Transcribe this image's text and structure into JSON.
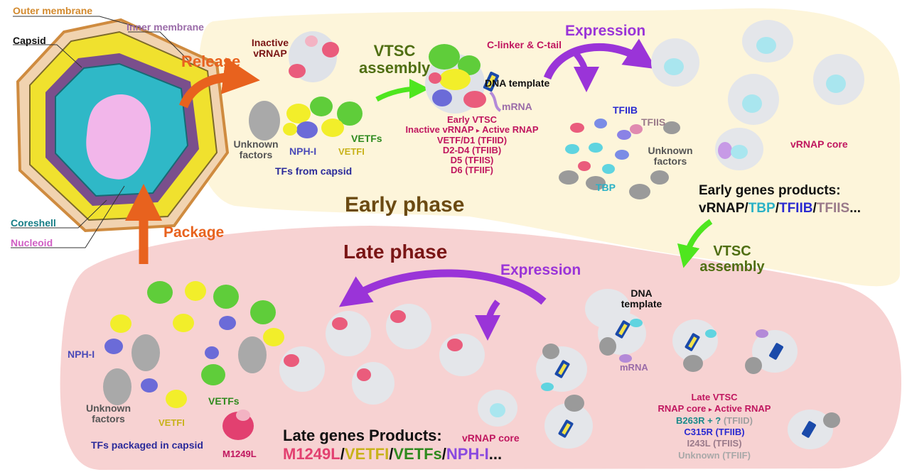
{
  "colors": {
    "early_bg": "#fdf5da",
    "late_bg": "#f7d2d2",
    "orange": "#e8621e",
    "purple": "#9a34d8",
    "green": "#4ee61e",
    "olive": "#4f6e12",
    "crimson": "#c0165f",
    "navy": "#2a2a9a",
    "dark_red": "#7a1515",
    "brown": "#6b4a12"
  },
  "virion": {
    "outer_membrane": "Outer membrane",
    "inner_membrane": "Inner membrane",
    "capsid": "Capsid",
    "coreshell": "Coreshell",
    "nucleoid": "Nucleoid"
  },
  "arrows": {
    "release": "Release",
    "package": "Package"
  },
  "early": {
    "phase_title": "Early phase",
    "inactive_vrnap_1": "Inactive",
    "inactive_vrnap_2": "vRNAP",
    "unknown_1": "Unknown",
    "unknown_2": "factors",
    "nphi": "NPH-I",
    "vetfi": "VETFI",
    "vetfs": "VETFs",
    "tfs_from_capsid": "TFs from capsid",
    "vtsc_1": "VTSC",
    "vtsc_2": "assembly",
    "clinker": "C-linker & C-tail",
    "dna_template": "DNA template",
    "mrna": "mRNA",
    "early_vtsc": "Early VTSC",
    "inactive_vrnap_line": "Inactive vRNAP",
    "active_rnap": "Active RNAP",
    "vetf_d1": "VETF/D1 (TFIID)",
    "d2d4": "D2-D4 (TFIIB)",
    "d5": "D5 (TFIIS)",
    "d6": "D6 (TFIIF)",
    "expression": "Expression",
    "tfiib": "TFIIB",
    "tfiis": "TFIIS",
    "unknown2_1": "Unknown",
    "unknown2_2": "factors",
    "tbp": "TBP",
    "vrnap_core": "vRNAP core",
    "products_title": "Early genes products:",
    "products": {
      "p1": "vRNAP",
      "p2": "TBP",
      "p3": "TFIIB",
      "p4": "TFIIS",
      "sep": "/",
      "end": "..."
    }
  },
  "transition": {
    "vtsc_1": "VTSC",
    "vtsc_2": "assembly"
  },
  "late": {
    "phase_title": "Late phase",
    "expression": "Expression",
    "nphi": "NPH-I",
    "unknown_1": "Unknown",
    "unknown_2": "factors",
    "vetfi": "VETFI",
    "vetfs": "VETFs",
    "tfs_packaged": "TFs packaged in capsid",
    "m1249l": "M1249L",
    "dna_1": "DNA",
    "dna_2": "template",
    "mrna": "mRNA",
    "vrnap_core": "vRNAP core",
    "late_vtsc": "Late VTSC",
    "rnap_core": "RNAP core",
    "active_rnap": "Active RNAP",
    "b263r": "B263R + ?",
    "b263r_tf": "(TFIID)",
    "c315r": "C315R (TFIIB)",
    "i243l": "I243L (TFIIS)",
    "unknown_tf": "Unknown (TFIIF)",
    "products_title": "Late genes Products:",
    "products": {
      "p1": "M1249L",
      "p2": "VETFI",
      "p3": "VETFs",
      "p4": "NPH-I",
      "sep": "/",
      "end": "..."
    }
  }
}
